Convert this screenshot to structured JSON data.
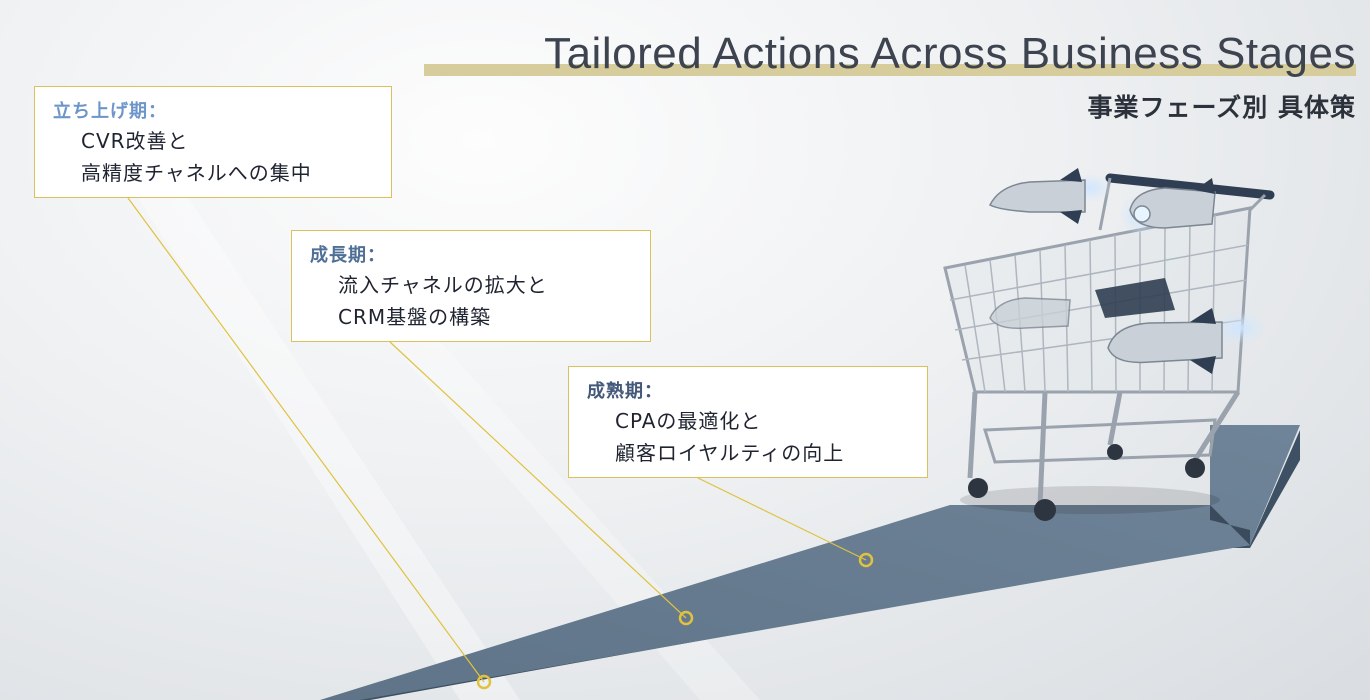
{
  "title": {
    "main": "Tailored Actions Across Business Stages",
    "sub": "事業フェーズ別 具体策"
  },
  "stages": [
    {
      "label": "立ち上げ期：",
      "lines": [
        "CVR改善と",
        "高精度チャネルへの集中"
      ],
      "label_color": "#6d95c9"
    },
    {
      "label": "成長期：",
      "lines": [
        "流入チャネルの拡大と",
        "CRM基盤の構築"
      ],
      "label_color": "#4f6f96"
    },
    {
      "label": "成熟期：",
      "lines": [
        "CPAの最適化と",
        "顧客ロイヤルティの向上"
      ],
      "label_color": "#44597a"
    }
  ],
  "colors": {
    "arrow": "#4d6277",
    "connector": "#e0c23f",
    "title_underline": "#d6cc9c",
    "cart_frame": "#b8bfc7"
  },
  "icons": [
    "shopping-cart-icon",
    "rocket-icon"
  ]
}
